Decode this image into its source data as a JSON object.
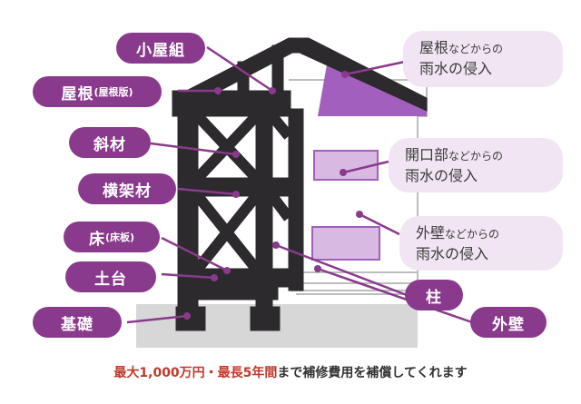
{
  "labels_left": [
    {
      "main": "小屋組",
      "sub": ""
    },
    {
      "main": "屋根",
      "sub": "(屋根版)"
    },
    {
      "main": "斜材",
      "sub": ""
    },
    {
      "main": "横架材",
      "sub": ""
    },
    {
      "main": "床",
      "sub": "(床板)"
    },
    {
      "main": "土台",
      "sub": ""
    },
    {
      "main": "基礎",
      "sub": ""
    }
  ],
  "labels_right": [
    {
      "main": "柱"
    },
    {
      "main": "外壁"
    }
  ],
  "callouts": [
    {
      "lead": "屋根",
      "sub": "などからの",
      "line2": "雨水の侵入"
    },
    {
      "lead": "開口部",
      "sub": "などからの",
      "line2": "雨水の侵入"
    },
    {
      "lead": "外壁",
      "sub": "などからの",
      "line2": "雨水の侵入"
    }
  ],
  "footer": {
    "emphasis1": "最大1,000万円・最長5年間",
    "rest": "まで補修費用を補償してくれます"
  },
  "colors": {
    "accent": "#8a3a8c",
    "highlight": "#a25fbd",
    "callout_bg": "#f1e5f3",
    "frame": "#2d2a2d",
    "emphasis": "#c0392b"
  }
}
